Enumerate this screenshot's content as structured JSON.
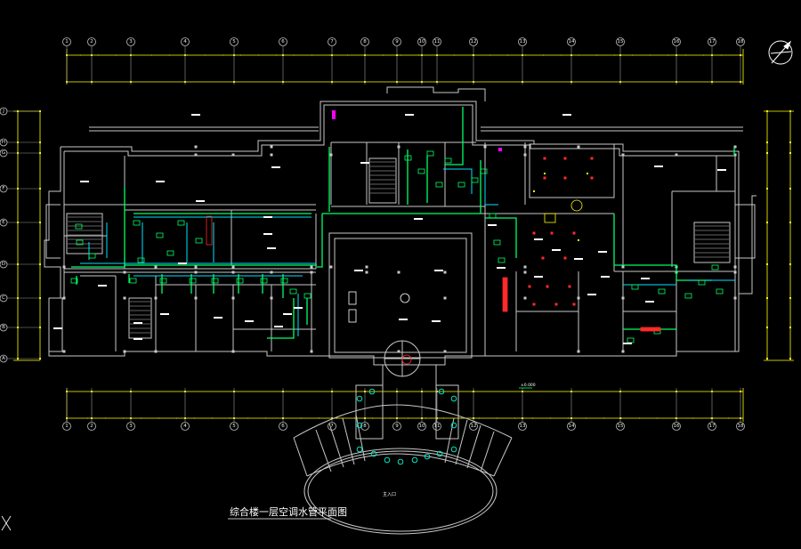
{
  "drawing": {
    "title": "综合楼一层空调水管平面图",
    "entrance_label": "主入口",
    "level_mark": "±0.000"
  },
  "grid": {
    "columns": [
      "1",
      "2",
      "3",
      "4",
      "5",
      "6",
      "7",
      "8",
      "9",
      "10",
      "11",
      "12",
      "13",
      "14",
      "15",
      "16",
      "17",
      "18"
    ],
    "rows": [
      "J",
      "H",
      "G",
      "F",
      "E",
      "D",
      "C",
      "B",
      "A"
    ]
  },
  "colors": {
    "background": "#000000",
    "wall": "#c8c8c8",
    "chilled_water_pipe": "#00ff66",
    "condensate_pipe": "#00e5ff",
    "dimension": "#ffff00",
    "grid_bubble": "#c0c0c0",
    "equipment_red": "#ff2a2a",
    "valve_magenta": "#ff00ff",
    "text_white": "#ffffff"
  },
  "icons": {
    "north_arrow": "compass-north-icon"
  }
}
